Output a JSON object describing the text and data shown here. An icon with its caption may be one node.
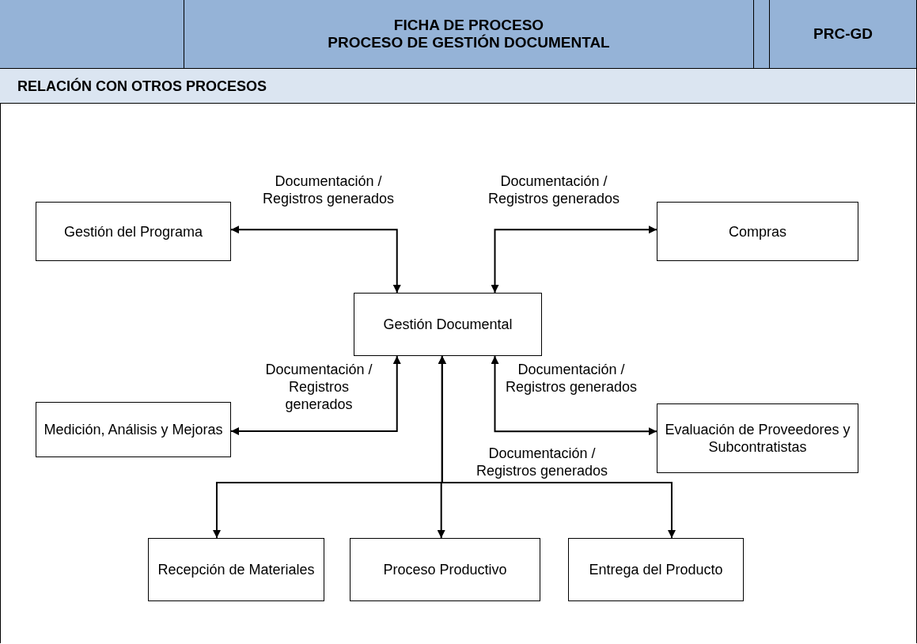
{
  "diagram": {
    "nodes": [
      {
        "text": [
          "Gestión del Programa"
        ]
      },
      {
        "text": [
          "Compras"
        ]
      },
      {
        "text": [
          "Gestión Documental"
        ]
      },
      {
        "text": [
          "Medición, Análisis y Mejoras"
        ]
      },
      {
        "text": [
          "Evaluación de Proveedores y Subcontratistas"
        ]
      },
      {
        "text": [
          "Recepción de Materiales"
        ]
      },
      {
        "text": [
          "Proceso Productivo"
        ]
      },
      {
        "text": [
          "Entrega del Producto"
        ]
      }
    ],
    "edges": [
      {
        "from": 0,
        "to": 2,
        "arrow": "both",
        "label": "Documentación / Registros generados"
      },
      {
        "from": 1,
        "to": 2,
        "arrow": "both",
        "label": "Documentación / Registros generados"
      },
      {
        "from": 3,
        "to": 2,
        "arrow": "both",
        "label": "Documentación / Registros generados"
      },
      {
        "from": 4,
        "to": 2,
        "arrow": "both",
        "label": "Documentación / Registros generados"
      },
      {
        "from": 2,
        "to": 5,
        "arrow": "both"
      },
      {
        "from": 2,
        "to": 6,
        "arrow": "both"
      },
      {
        "from": 2,
        "to": 7,
        "arrow": "both",
        "label": "Documentación / Registros generados"
      }
    ],
    "labels": [
      "FICHA DE PROCESO",
      "PROCESO DE GESTIÓN DOCUMENTAL",
      "PRC-GD",
      "RELACIÓN CON OTROS PROCESOS"
    ]
  }
}
